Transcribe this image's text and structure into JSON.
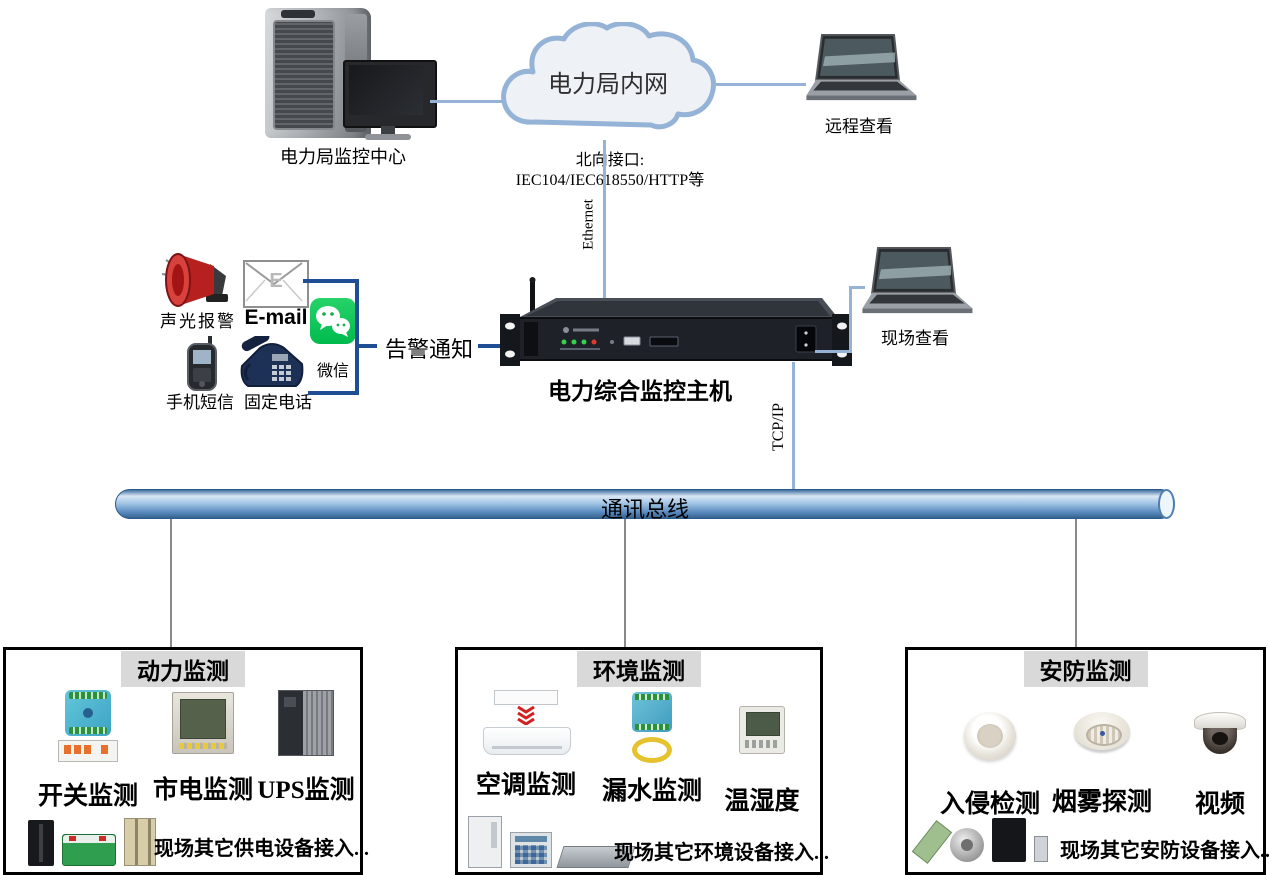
{
  "top": {
    "datacenter_label": "电力局监控中心",
    "cloud_label": "电力局内网",
    "remote_label": "远程查看",
    "north_line1": "北向接口:",
    "north_line2": "IEC104/IEC618550/HTTP等",
    "ethernet": "Ethernet"
  },
  "alarm": {
    "horn": "声光报警",
    "email": "E-mail",
    "email_glyph": "E",
    "wechat": "微信",
    "sms": "手机短信",
    "landline": "固定电话",
    "notice": "告警通知"
  },
  "host": {
    "label": "电力综合监控主机",
    "local_view": "现场查看",
    "tcpip": "TCP/IP"
  },
  "bus": {
    "label": "通讯总线"
  },
  "panels": [
    {
      "title": "动力监测",
      "items": [
        {
          "label": "开关监测",
          "icon": "switch-module-icon"
        },
        {
          "label": "市电监测",
          "icon": "power-meter-icon"
        },
        {
          "label": "UPS监测",
          "icon": "ups-cabinet-icon"
        }
      ],
      "footer": "现场其它供电设备接入..."
    },
    {
      "title": "环境监测",
      "items": [
        {
          "label": "空调监测",
          "icon": "air-conditioner-icon"
        },
        {
          "label": "漏水监测",
          "icon": "water-leak-icon"
        },
        {
          "label": "温湿度",
          "icon": "thermo-hygro-icon"
        }
      ],
      "footer": "现场其它环境设备接入..."
    },
    {
      "title": "安防监测",
      "items": [
        {
          "label": "入侵检测",
          "icon": "pir-sensor-icon"
        },
        {
          "label": "烟雾探测",
          "icon": "smoke-detector-icon"
        },
        {
          "label": "视频",
          "icon": "dome-camera-icon"
        }
      ],
      "footer": "现场其它安防设备接入..."
    }
  ],
  "colors": {
    "link_blue": "#95B3D7",
    "bracket_blue": "#1F4E94",
    "bus_blue": "#4F81BD",
    "panel_title_bg": "#D9D9D9",
    "wechat_green": "#00BA4E",
    "horn_red": "#C1272D"
  }
}
